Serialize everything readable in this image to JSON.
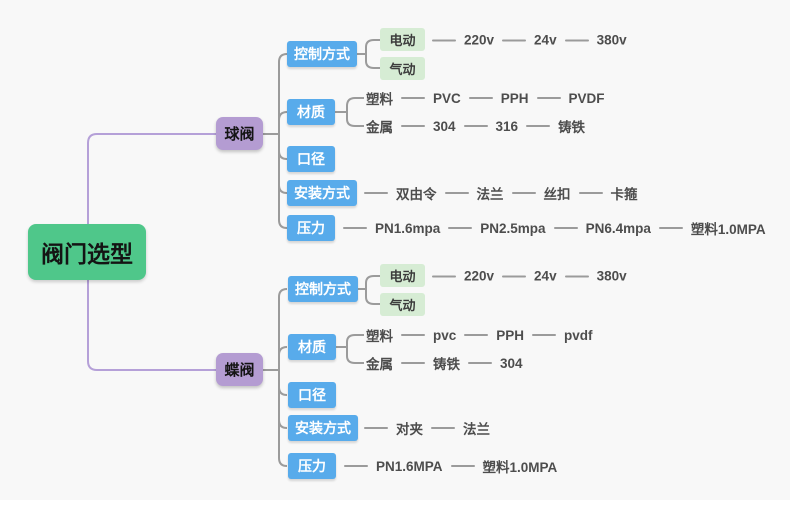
{
  "title": "阀门选型",
  "colors": {
    "root_bg": "#4fc78a",
    "branch_bg": "#b49cd2",
    "category_bg": "#58abeb",
    "leaf_box_bg": "#d6ecd4",
    "connector_gray": "#9b9b9b",
    "connector_purple": "#b5a0d8"
  },
  "tree": {
    "root": "阀门选型",
    "branches": [
      {
        "label": "球阀",
        "children": [
          {
            "label": "控制方式",
            "leaf_boxes": [
              "电动",
              "气动"
            ],
            "electric_values": [
              "220v",
              "24v",
              "380v"
            ]
          },
          {
            "label": "材质",
            "plastic_row": [
              "塑料",
              "PVC",
              "PPH",
              "PVDF"
            ],
            "metal_row": [
              "金属",
              "304",
              "316",
              "铸铁"
            ]
          },
          {
            "label": "口径"
          },
          {
            "label": "安装方式",
            "values": [
              "双由令",
              "法兰",
              "丝扣",
              "卡箍"
            ]
          },
          {
            "label": "压力",
            "values": [
              "PN1.6mpa",
              "PN2.5mpa",
              "PN6.4mpa",
              "塑料1.0MPA"
            ]
          }
        ]
      },
      {
        "label": "蝶阀",
        "children": [
          {
            "label": "控制方式",
            "leaf_boxes": [
              "电动",
              "气动"
            ],
            "electric_values": [
              "220v",
              "24v",
              "380v"
            ]
          },
          {
            "label": "材质",
            "plastic_row": [
              "塑料",
              "pvc",
              "PPH",
              "pvdf"
            ],
            "metal_row": [
              "金属",
              "铸铁",
              "304"
            ]
          },
          {
            "label": "口径"
          },
          {
            "label": "安装方式",
            "values": [
              "对夹",
              "法兰"
            ]
          },
          {
            "label": "压力",
            "values": [
              "PN1.6MPA",
              "塑料1.0MPA"
            ]
          }
        ]
      }
    ]
  }
}
